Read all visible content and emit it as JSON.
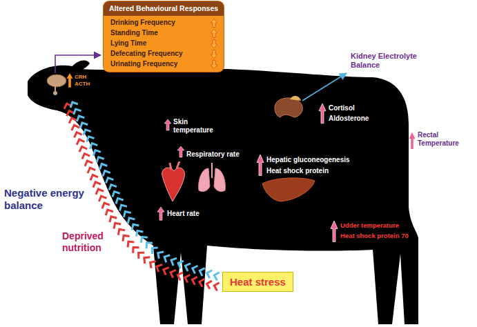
{
  "diagram": {
    "nodes": [
      {
        "text": [
          "Altered Behavioural Responses",
          "Drinking Frequency",
          "Standing Time",
          "Lying Time",
          "Defecating Frequency",
          "Urinating Frequency"
        ]
      },
      {
        "text": [
          "Heat stress"
        ]
      }
    ],
    "labels": [
      "CRH",
      "ACTH",
      "Kidney Electrolyte Balance",
      "Skin temperature",
      "Cortisol",
      "Aldosterone",
      "Rectal Temperature",
      "Respiratory rate",
      "Hepatic gluconeogenesis",
      "Heat shock protein",
      "Heart rate",
      "Udder temperature",
      "Heat shock protein 70",
      "Negative energy balance",
      "Deprived nutrition"
    ]
  }
}
